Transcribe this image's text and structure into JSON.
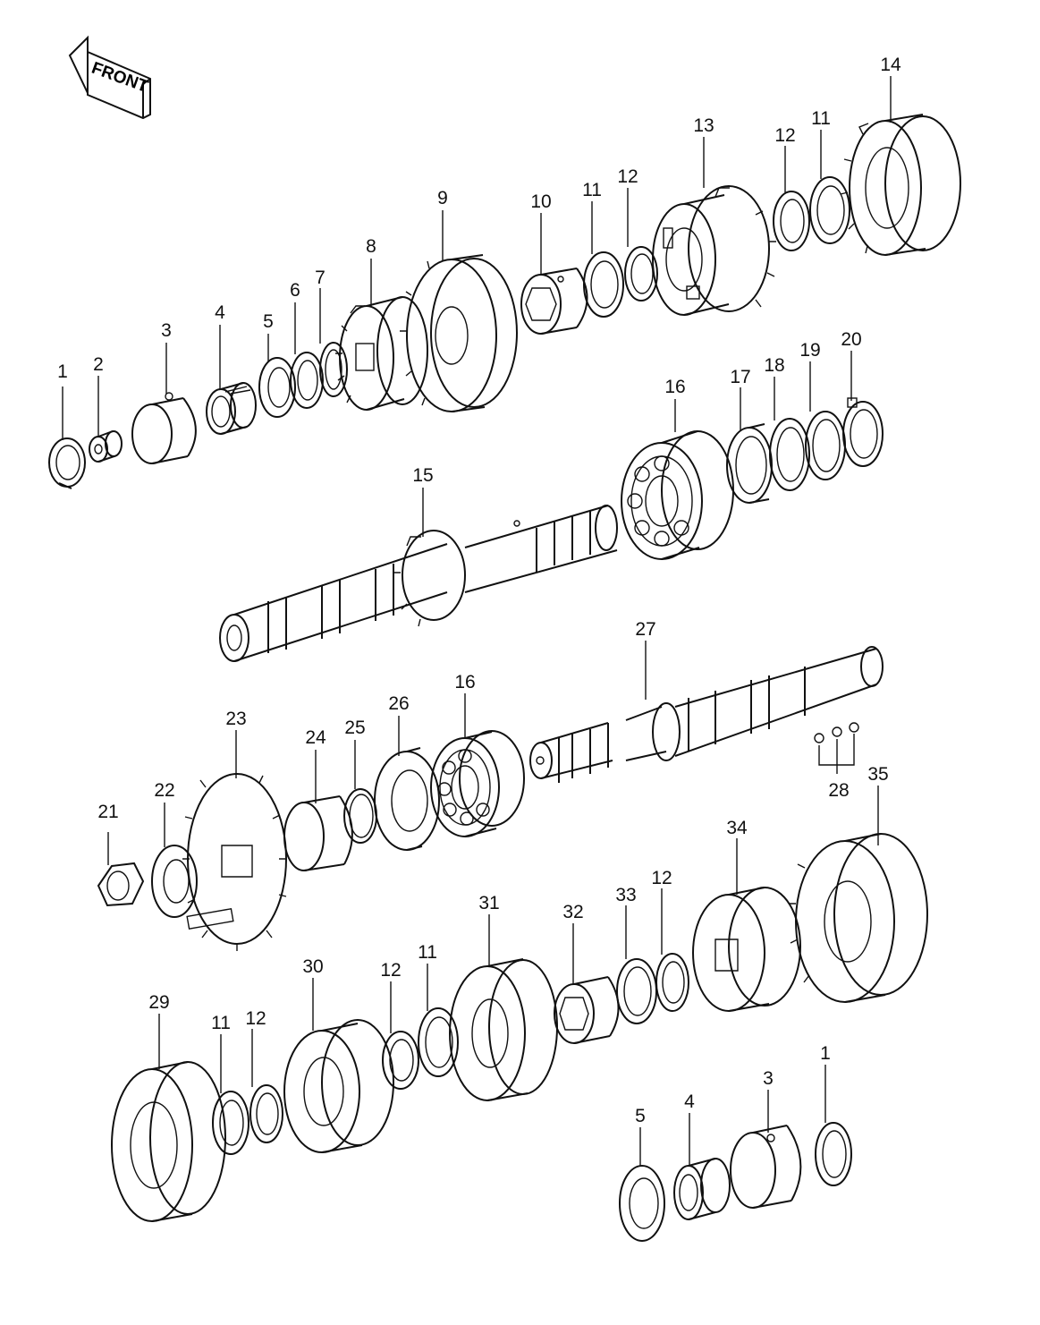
{
  "front_arrow_label": "FRONT",
  "callouts": {
    "c1a": "1",
    "c2": "2",
    "c3a": "3",
    "c4a": "4",
    "c5a": "5",
    "c6": "6",
    "c7": "7",
    "c8": "8",
    "c9": "9",
    "c10": "10",
    "c11a": "11",
    "c12a": "12",
    "c13": "13",
    "c12b": "12",
    "c11b": "11",
    "c14": "14",
    "c15": "15",
    "c16a": "16",
    "c17": "17",
    "c18": "18",
    "c19": "19",
    "c20": "20",
    "c21": "21",
    "c22": "22",
    "c23": "23",
    "c24": "24",
    "c25": "25",
    "c26": "26",
    "c16b": "16",
    "c27": "27",
    "c28": "28",
    "c35": "35",
    "c34": "34",
    "c12c": "12",
    "c33": "33",
    "c32": "32",
    "c31": "31",
    "c11c": "11",
    "c12d": "12",
    "c30": "30",
    "c29": "29",
    "c11d": "11",
    "c12e": "12",
    "c5b": "5",
    "c4b": "4",
    "c3b": "3",
    "c1b": "1"
  }
}
